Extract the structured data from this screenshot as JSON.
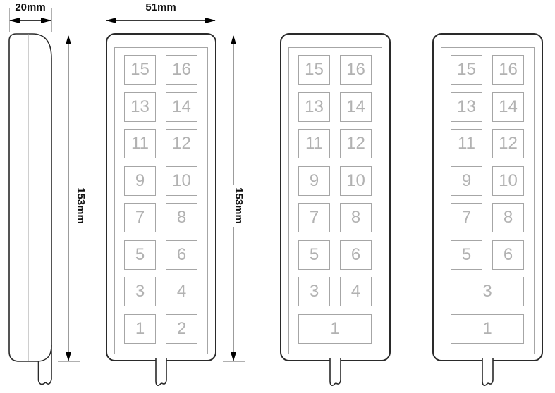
{
  "dimensions": {
    "side_width_label": "20mm",
    "front_width_label": "51mm",
    "height_label_left": "153mm",
    "height_label_right": "153mm"
  },
  "devices": [
    {
      "name": "side-profile",
      "rows": []
    },
    {
      "name": "front-16-button",
      "rows": [
        [
          "15",
          "16"
        ],
        [
          "13",
          "14"
        ],
        [
          "11",
          "12"
        ],
        [
          "9",
          "10"
        ],
        [
          "7",
          "8"
        ],
        [
          "5",
          "6"
        ],
        [
          "3",
          "4"
        ],
        [
          "1",
          "2"
        ]
      ]
    },
    {
      "name": "front-15-button",
      "rows": [
        [
          "15",
          "16"
        ],
        [
          "13",
          "14"
        ],
        [
          "11",
          "12"
        ],
        [
          "9",
          "10"
        ],
        [
          "7",
          "8"
        ],
        [
          "5",
          "6"
        ],
        [
          "3",
          "4"
        ],
        [
          "1"
        ]
      ]
    },
    {
      "name": "front-14-button",
      "rows": [
        [
          "15",
          "16"
        ],
        [
          "13",
          "14"
        ],
        [
          "11",
          "12"
        ],
        [
          "9",
          "10"
        ],
        [
          "7",
          "8"
        ],
        [
          "5",
          "6"
        ],
        [
          "3"
        ],
        [
          "1"
        ]
      ]
    }
  ],
  "colors": {
    "outline": "#2a2a2a",
    "panel_border": "#a6a6a6",
    "button_border": "#a6a6a6",
    "button_text": "#b2b2b2",
    "dim_line": "#9c9c9c",
    "tick_line": "#b0b0b0",
    "arrow": "#000000",
    "dim_text": "#111111"
  }
}
